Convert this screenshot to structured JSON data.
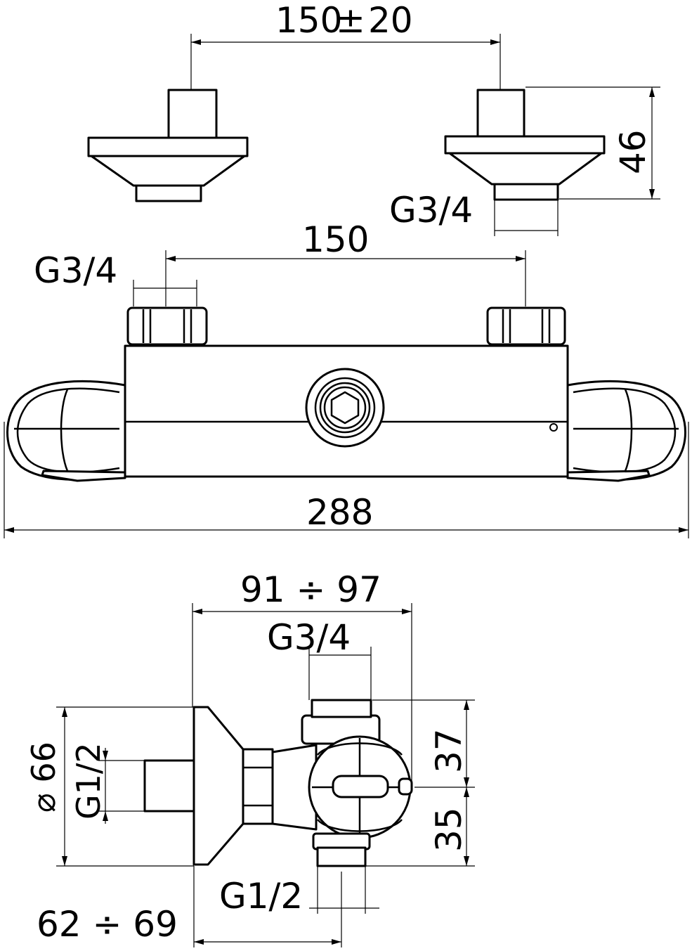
{
  "colors": {
    "line": "#000000",
    "background": "#ffffff"
  },
  "top_view": {
    "spacing_label": "150",
    "spacing_tolerance_symbol": "±",
    "spacing_tolerance_value": "20",
    "height_label": "46",
    "thread_label": "G3/4"
  },
  "front_view": {
    "inlet_spacing_label": "150",
    "thread_label": "G3/4",
    "overall_width_label": "288"
  },
  "side_view": {
    "depth_label": "91 ÷ 97",
    "top_thread_label": "G3/4",
    "upper_height_label": "37",
    "lower_height_label": "35",
    "diameter_label": "⌀ 66",
    "rear_thread_label": "G1/2",
    "outlet_thread_label": "G1/2",
    "wall_depth_label": "62 ÷ 69"
  }
}
